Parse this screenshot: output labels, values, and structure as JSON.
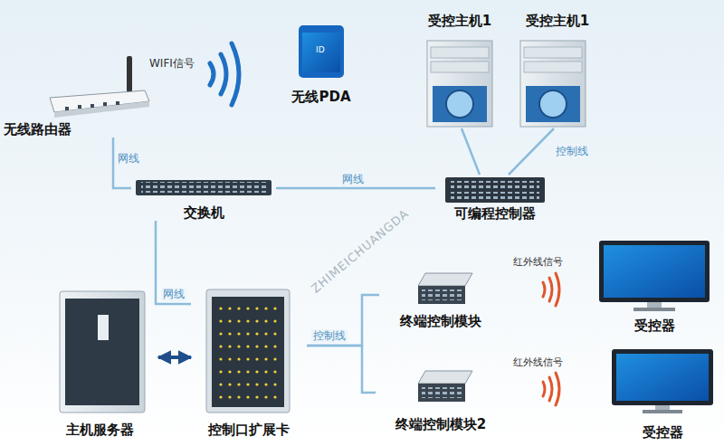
{
  "diagram": {
    "nodes": [
      {
        "text": [
          "无线路由器"
        ]
      },
      {
        "text": [
          "无线PDA"
        ]
      },
      {
        "text": [
          "受控主机1"
        ]
      },
      {
        "text": [
          "受控主机1"
        ]
      },
      {
        "text": [
          "交换机"
        ]
      },
      {
        "text": [
          "可编程控制器"
        ]
      },
      {
        "text": [
          "主机服务器"
        ]
      },
      {
        "text": [
          "控制口扩展卡"
        ]
      },
      {
        "text": [
          "终端控制模块"
        ]
      },
      {
        "text": [
          "终端控制模块2"
        ]
      },
      {
        "text": [
          "受控器"
        ]
      },
      {
        "text": [
          "受控器"
        ]
      }
    ],
    "edges": [
      {
        "from": 0,
        "to": 4,
        "arrow": "none",
        "label": "网线"
      },
      {
        "from": 4,
        "to": 5,
        "arrow": "none",
        "label": "网线"
      },
      {
        "from": 5,
        "to": 2,
        "arrow": "none"
      },
      {
        "from": 5,
        "to": 3,
        "arrow": "none",
        "label": "控制线"
      },
      {
        "from": 4,
        "to": 7,
        "arrow": "none",
        "label": "网线"
      },
      {
        "from": 6,
        "to": 7,
        "arrow": "both"
      },
      {
        "from": 7,
        "to": 8,
        "arrow": "none",
        "label": "控制线"
      },
      {
        "from": 7,
        "to": 9,
        "arrow": "none"
      }
    ],
    "labels": [
      "WIFI信号",
      "ID",
      "红外线信号",
      "红外线信号",
      "ZHIMEICHUANGDA"
    ]
  }
}
